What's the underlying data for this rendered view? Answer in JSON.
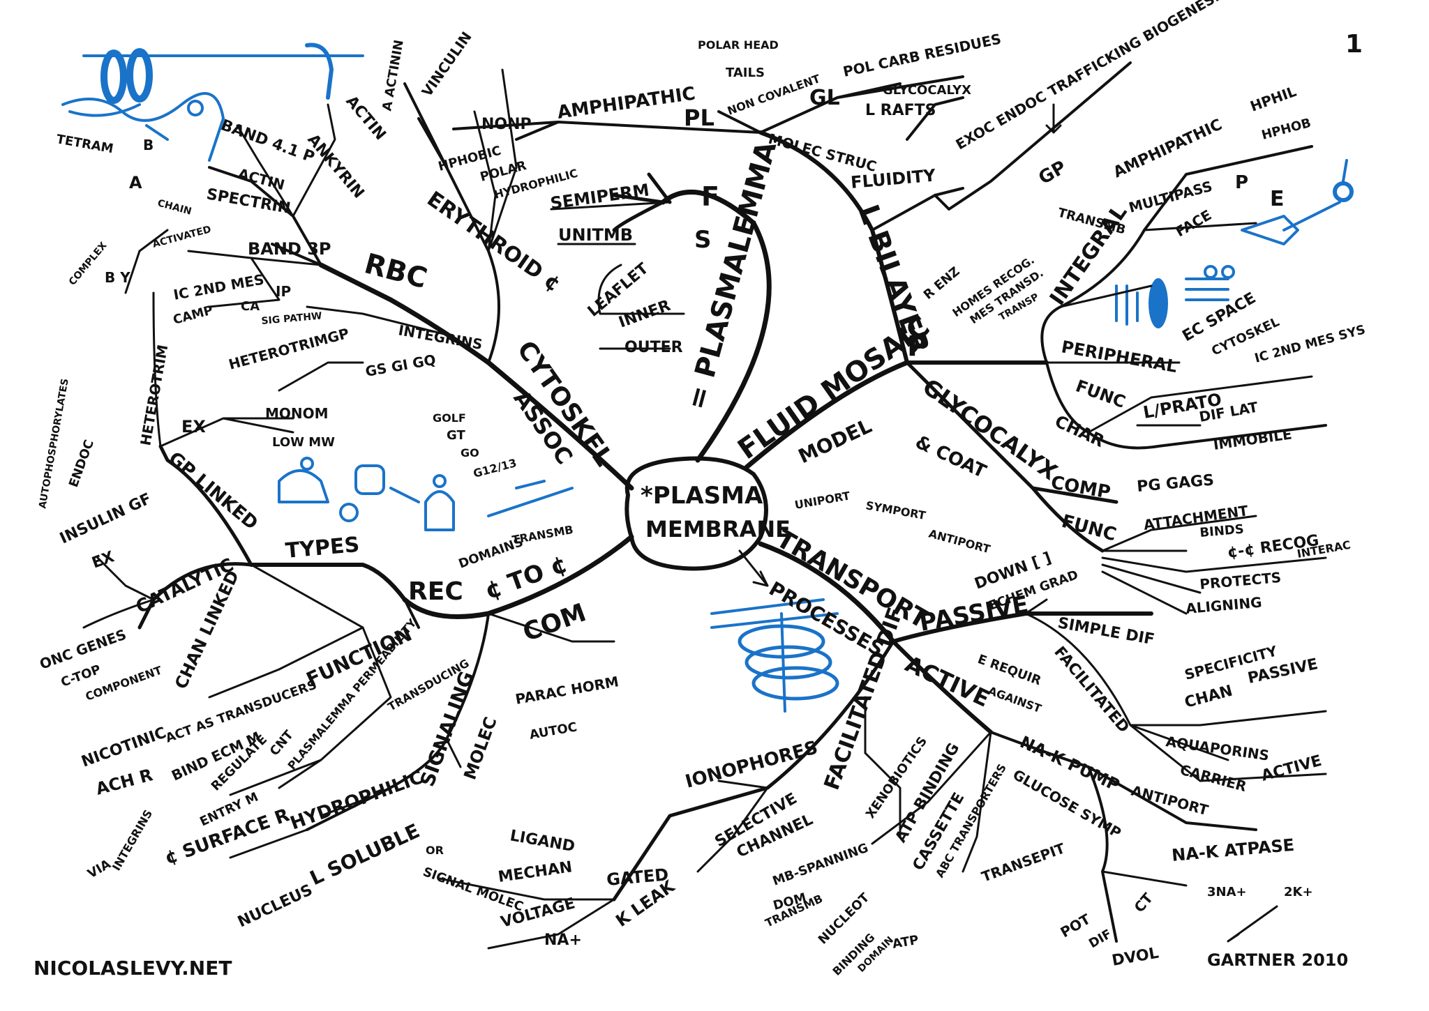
{
  "page_number": "1",
  "credit_left": "NICOLASLEVY.NET",
  "credit_right": "GARTNER 2010",
  "center": {
    "line1": "*PLASMA",
    "line2": "MEMBRANE"
  },
  "branches": {
    "plasmalemma": {
      "label": "= PLASMALEMMA",
      "f": "F",
      "s": "S",
      "semiperm": "SEMIPERM",
      "unitmb": "UNITMB",
      "leaflet": "LEAFLET",
      "inner": "INNER",
      "outer": "OUTER"
    },
    "fluid_mosaic": {
      "label": "FLUID MOSAIC",
      "model": "MODEL",
      "bilayer": "L BILAYER",
      "p": "P",
      "pl": "PL",
      "amphipathic": "AMPHIPATHIC",
      "nonp": "NONP",
      "hphobic": "HPHOBIC",
      "polar": "POLAR",
      "hydrophilic": "HYDROPHILIC",
      "polar_head": "POLAR HEAD",
      "tails": "TAILS",
      "non_covalent": "NON COVALENT",
      "gl": "GL",
      "pol_carb": "POL CARB RESIDUES",
      "glycocalyx_small": "GLYCOCALYX",
      "l_rafts": "L RAFTS",
      "molec_struc": "MOLEC STRUC",
      "fluidity": "FLUIDITY",
      "exoc": "EXOC ENDOC TRAFFICKING BIOGENESIS",
      "r_enz": "R ENZ",
      "hormones": "HOMES RECOG.",
      "mes_transd": "MES TRANSD.",
      "transp": "TRANSP",
      "integral": "INTEGRAL",
      "gp": "GP",
      "transmb": "TRANSMB",
      "amphipathic2": "AMPHIPATHIC",
      "hphil": "HPHIL",
      "hphob": "HPHOB",
      "multipass": "MULTIPASS",
      "face": "FACE",
      "p2": "P",
      "e2": "E",
      "ec_space": "EC SPACE",
      "cytoskel": "CYTOSKEL",
      "ic2": "IC 2nd MES SYS",
      "peripheral": "PERIPHERAL",
      "func": "FUNC",
      "char": "CHAR",
      "l_prato": "L/PRATO",
      "dif_lat": "DIF LAT",
      "immobile": "IMMOBILE"
    },
    "glycocalyx": {
      "label": "GLYCOCALYX",
      "coat": "& COAT",
      "comp": "COMP",
      "pg": "PG GAGs",
      "func": "FUNC",
      "attachment": "ATTACHMENT",
      "binds": "BINDS",
      "cc": "¢-¢ RECOG",
      "interac": "INTERAC",
      "protects": "PROTECTS",
      "aligning": "ALIGNING"
    },
    "transport": {
      "label": "TRANSPORT",
      "processes": "PROCESSES",
      "uniport": "UNIPORT",
      "symport": "SYMPORT",
      "antiport": "ANTIPORT",
      "passive": "PASSIVE",
      "down": "DOWN [ ]",
      "echem": "ECHEM GRAD",
      "simple_dif": "SIMPLE DIF",
      "facilitated": "FACILITATED",
      "specificity": "SPECIFICITY",
      "chan": "CHAN",
      "passive2": "PASSIVE",
      "aquaporins": "AQUAPORINS",
      "carrier": "CARRIER",
      "active2": "ACTIVE",
      "active": "ACTIVE",
      "e_requir": "E REQUIR",
      "against": "AGAINST",
      "nak": "Na-K PUMP",
      "antiport2": "ANTIPORT",
      "nak_atpase": "Na-K ATPASE",
      "na3": "3Na+",
      "k2": "2K+",
      "glucose": "GLUCOSE SYMP",
      "transepit": "TRANSEPIT",
      "pot": "POT",
      "dif": "DIF",
      "ct": "CT",
      "dvol": "DVOL",
      "atp_binding": "ATP BINDING",
      "cassette": "CASSETTE",
      "abc": "ABC TRANSPORTERS",
      "xenobiotics": "XENOBIOTICS",
      "mb_spanning": "MB-SPANNING",
      "dom": "DOM",
      "transmb": "TRANSMB",
      "nucleot": "NUCLEOT",
      "binding": "BINDING",
      "domain": "DOMAIN",
      "atp": "ATP",
      "facilitated_dif": "FACILITATED DIF",
      "ionophores": "IONOPHORES",
      "selective": "SELECTIVE",
      "channel": "CHANNEL",
      "gated": "GATED",
      "k_leak": "K LEAK",
      "ligand": "LIGAND",
      "mechan": "MECHAN",
      "voltage": "VOLTAGE",
      "na": "Na+",
      "signal": "SIGNAL MOLEC",
      "or": "OR"
    },
    "cell_com": {
      "label": "¢ TO ¢",
      "com": "COM",
      "rec": "REC",
      "transducing": "TRANSDUCING",
      "signaling": "SIGNALING",
      "molec": "MOLEC",
      "parac": "PARAC HORM",
      "autoc": "AUTOC",
      "hydrophilic": "HYDROPHILIC",
      "surface": "¢ SURFACE R",
      "soluble": "L SOLUBLE",
      "nucleus": "NUCLEUS",
      "types": "TYPES",
      "catalytic": "CATALYTIC",
      "chan_linked": "CHAN LINKED",
      "ex": "EX",
      "insulin": "INSULIN GF",
      "onc": "ONC GENES",
      "c_top": "C-TOP",
      "component": "COMPONENT",
      "nicotinic": "NICOTINIC",
      "ach": "ACH R",
      "gp_linked": "GP LINKED",
      "heterotrim": "HETEROTRIM",
      "hetero_gp": "HETEROTRIMGP",
      "monom": "MONOM",
      "low_mw": "LOW MW",
      "gs": "GS GI GQ",
      "golf": "GOLF",
      "gt": "GT",
      "go": "GO",
      "g1213": "G12/13",
      "domains": "DOMAINS",
      "transmb": "TRANSMB",
      "function": "FUNCTION",
      "transducers": "ACT AS TRANSDUCERS",
      "ecm": "BIND ECM M",
      "regulate": "REGULATE",
      "entry": "ENTRY M",
      "cnt": "CNT",
      "permeability": "PLASMALEMMA PERMEABILITY",
      "via": "VIA",
      "integrins": "INTEGRINS",
      "autophosph": "AUTOPHOSPHORYLATES",
      "endoc": "ENDOC"
    },
    "cytoskel": {
      "label": "CYTOSKEL",
      "assoc": "ASSOC",
      "erythroid": "ERYTHROID ¢",
      "rbc": "RBC",
      "spectrin": "SPECTRIN",
      "actin": "ACTIN",
      "band41": "BAND 4.1 P",
      "ankyrin": "ANKYRIN",
      "actin2": "ACTIN",
      "vinculin": "VINCULIN",
      "a_actinin": "a ACTININ",
      "tetram": "TETRAM",
      "b": "B",
      "a": "a",
      "chain": "CHAIN",
      "band3": "BAND 3P",
      "integrins": "INTEGRINS",
      "ic2": "IC 2nd MES",
      "camp": "CAMP",
      "ca": "Ca",
      "ip": "IP",
      "sig": "SIG PATHW",
      "complex": "COMPLEX",
      "activated": "ACTIVATED",
      "bg": "B y"
    }
  },
  "colors": {
    "ink": "#111111",
    "blue": "#1a73c8"
  }
}
